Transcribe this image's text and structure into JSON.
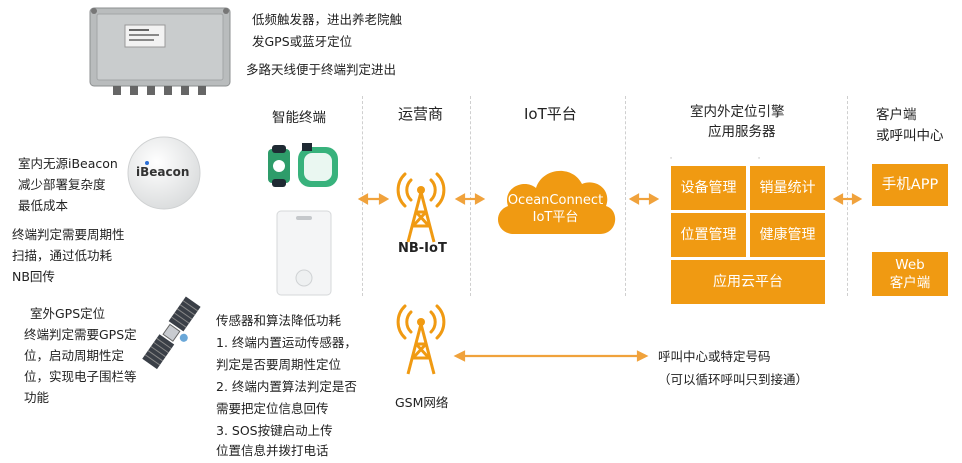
{
  "trigger": {
    "line1": "低频触发器，进出养老院触",
    "line2": "发GPS或蓝牙定位",
    "line3": "多路天线便于终端判定进出"
  },
  "ibeacon": {
    "lines": [
      "室内无源iBeacon",
      "减少部署复杂度",
      "最低成本"
    ],
    "device_label": "iBeacon",
    "scan_lines": [
      "终端判定需要周期性",
      "扫描，通过低功耗",
      "NB回传"
    ]
  },
  "gps": {
    "lines": [
      "室外GPS定位",
      "终端判定需要GPS定",
      "位，启动周期性定",
      "位，实现电子围栏等",
      "功能"
    ]
  },
  "sensor": {
    "lines": [
      "传感器和算法降低功耗",
      "1. 终端内置运动传感器，",
      "判定是否要周期性定位",
      "2. 终端内置算法判定是否",
      "需要把定位信息回传",
      "3. SOS按键启动上传",
      "位置信息并拨打电话"
    ]
  },
  "headers": {
    "terminal": "智能终端",
    "operator": "运营商",
    "iot": "IoT平台",
    "engine_line1": "室内外定位引擎",
    "engine_line2": "应用服务器",
    "client_line1": "客户端",
    "client_line2": "或呼叫中心"
  },
  "network": {
    "nbiot": "NB-IoT",
    "gsm": "GSM网络"
  },
  "cloud": {
    "line1": "OceanConnect",
    "line2": "IoT平台"
  },
  "server_boxes": {
    "device": "设备管理",
    "sales": "销量统计",
    "location": "位置管理",
    "health": "健康管理",
    "cloud": "应用云平台"
  },
  "client_boxes": {
    "app": "手机APP",
    "web_line1": "Web",
    "web_line2": "客户端"
  },
  "call": {
    "line1": "呼叫中心或特定号码",
    "line2": "（可以循环呼叫只到接通）"
  },
  "colors": {
    "accent": "#f09a12",
    "arrow": "#f0a23c",
    "device_body": "#b9bcbd"
  }
}
